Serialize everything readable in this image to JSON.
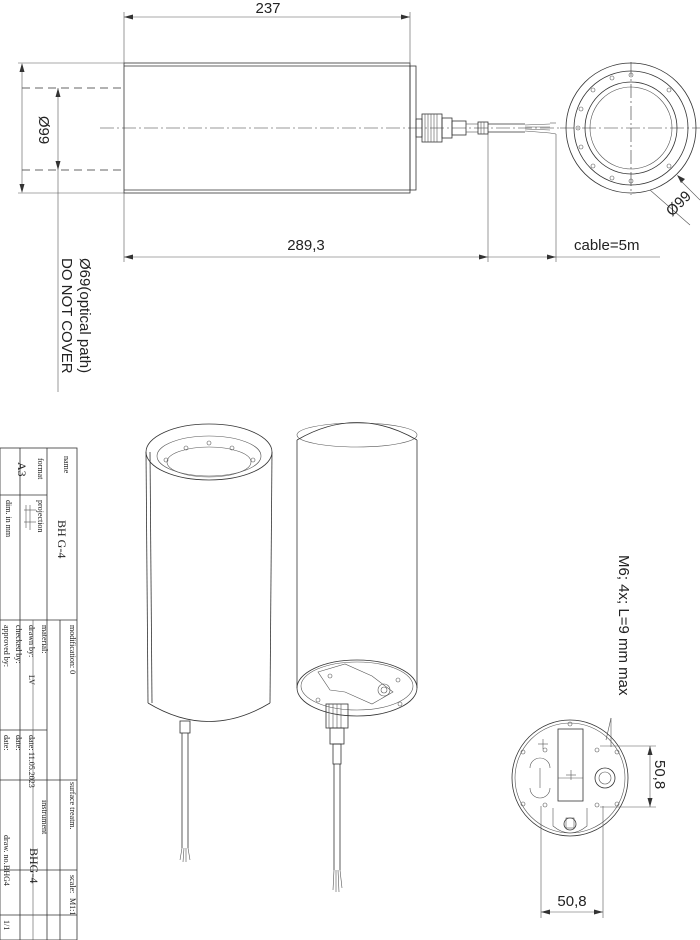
{
  "dimensions": {
    "length_top": "237",
    "diameter_left": "Ø99",
    "length_total": "289,3",
    "cable": "cable=5m",
    "diameter_front": "Ø99",
    "optical_path": "Ø69(optical path)",
    "do_not_cover": "DO NOT COVER",
    "thread_note": "M6; 4x; L=9 mm max",
    "hole_spacing_v": "50,8",
    "hole_spacing_h": "50,8"
  },
  "title_block": {
    "name_label": "name",
    "name_value": "BH G-4",
    "format_label": "format",
    "format_value": "A3",
    "projection_label": "projection",
    "dim_label": "dim. in mm",
    "modification_label": "modification: 0",
    "material_label": "material:",
    "drawn_by_label": "drawn by:",
    "drawn_by_value": "LV",
    "checked_by_label": "checked by:",
    "approved_by_label": "approved by:",
    "date_label_1": "date:",
    "date_value_1": "11.05.2023",
    "date_label_2": "date:",
    "date_label_3": "date:",
    "surface_label": "surface treatm.",
    "instrument_label": "instrument",
    "instrument_value": "BHG-4",
    "draw_no_label": "draw. no.",
    "draw_no_value": "BHG4",
    "scale_label": "scale:",
    "scale_value": "M1:1",
    "sheet_value": "1/1"
  }
}
